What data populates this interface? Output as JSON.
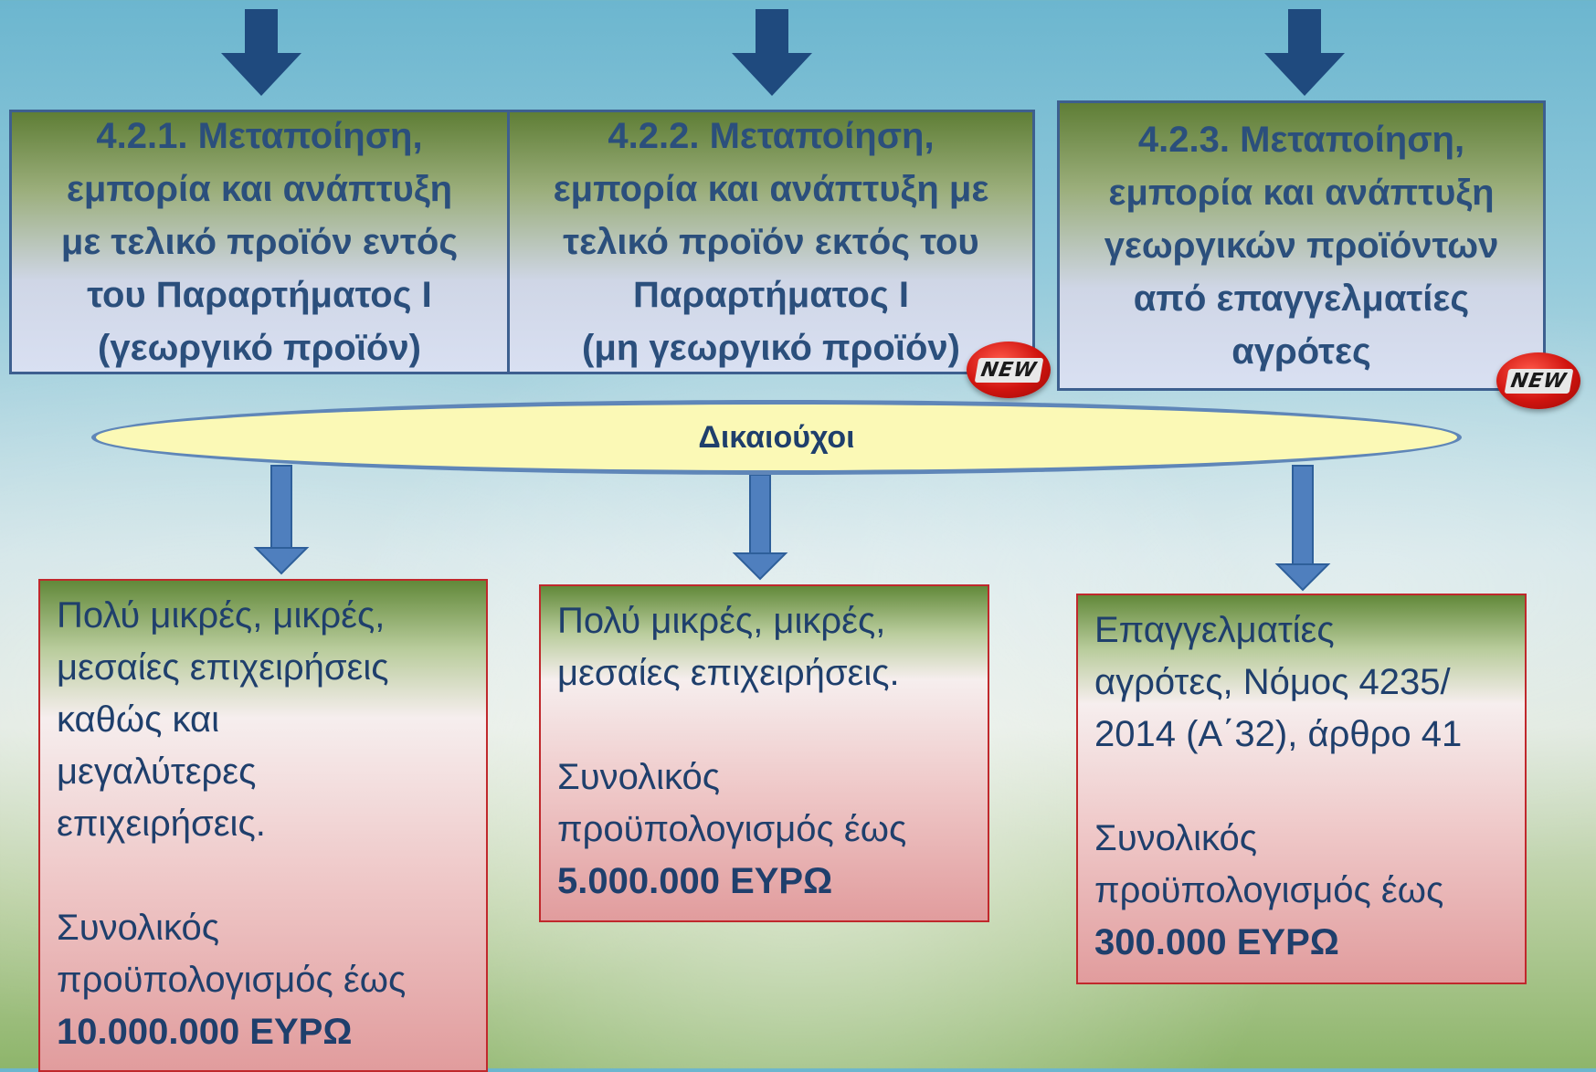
{
  "top_boxes": [
    {
      "text": "4.2.1. Μεταποίηση,\nεμπορία και ανάπτυξη\nμε τελικό προϊόν εντός\nτου  Παραρτήματος Ι\n(γεωργικό προϊόν)"
    },
    {
      "text": "4.2.2. Μεταποίηση,\nεμπορία και ανάπτυξη με\nτελικό προϊόν εκτός του\nΠαραρτήματος Ι\n(μη γεωργικό προϊόν)"
    },
    {
      "text": "4.2.3. Μεταποίηση,\nεμπορία και ανάπτυξη\nγεωργικών προϊόντων\nαπό επαγγελματίες\nαγρότες"
    }
  ],
  "new_badge_label": "NEW",
  "beneficiaries_label": "Δικαιούχοι",
  "bottom_boxes": [
    {
      "description": "Πολύ μικρές, μικρές,\nμεσαίες επιχειρήσεις\nκαθώς και\nμεγαλύτερες\nεπιχειρήσεις.\n\nΣυνολικός\nπροϋπολογισμός έως",
      "amount": "10.000.000 ΕΥΡΩ"
    },
    {
      "description": "Πολύ μικρές, μικρές,\nμεσαίες επιχειρήσεις.\n\nΣυνολικός\nπροϋπολογισμός  έως",
      "amount": "5.000.000 ΕΥΡΩ"
    },
    {
      "description": "Επαγγελματίες\nαγρότες, Νόμος 4235/\n2014 (Α΄32), άρθρο 41\n\n Συνολικός\nπροϋπολογισμός έως",
      "amount": "300.000 ΕΥΡΩ"
    }
  ],
  "colors": {
    "arrow_dark": "#1f4a7e",
    "arrow_light": "#4f7fbe",
    "ellipse_fill": "#fbf9b6",
    "new_badge": "#d0140f"
  }
}
